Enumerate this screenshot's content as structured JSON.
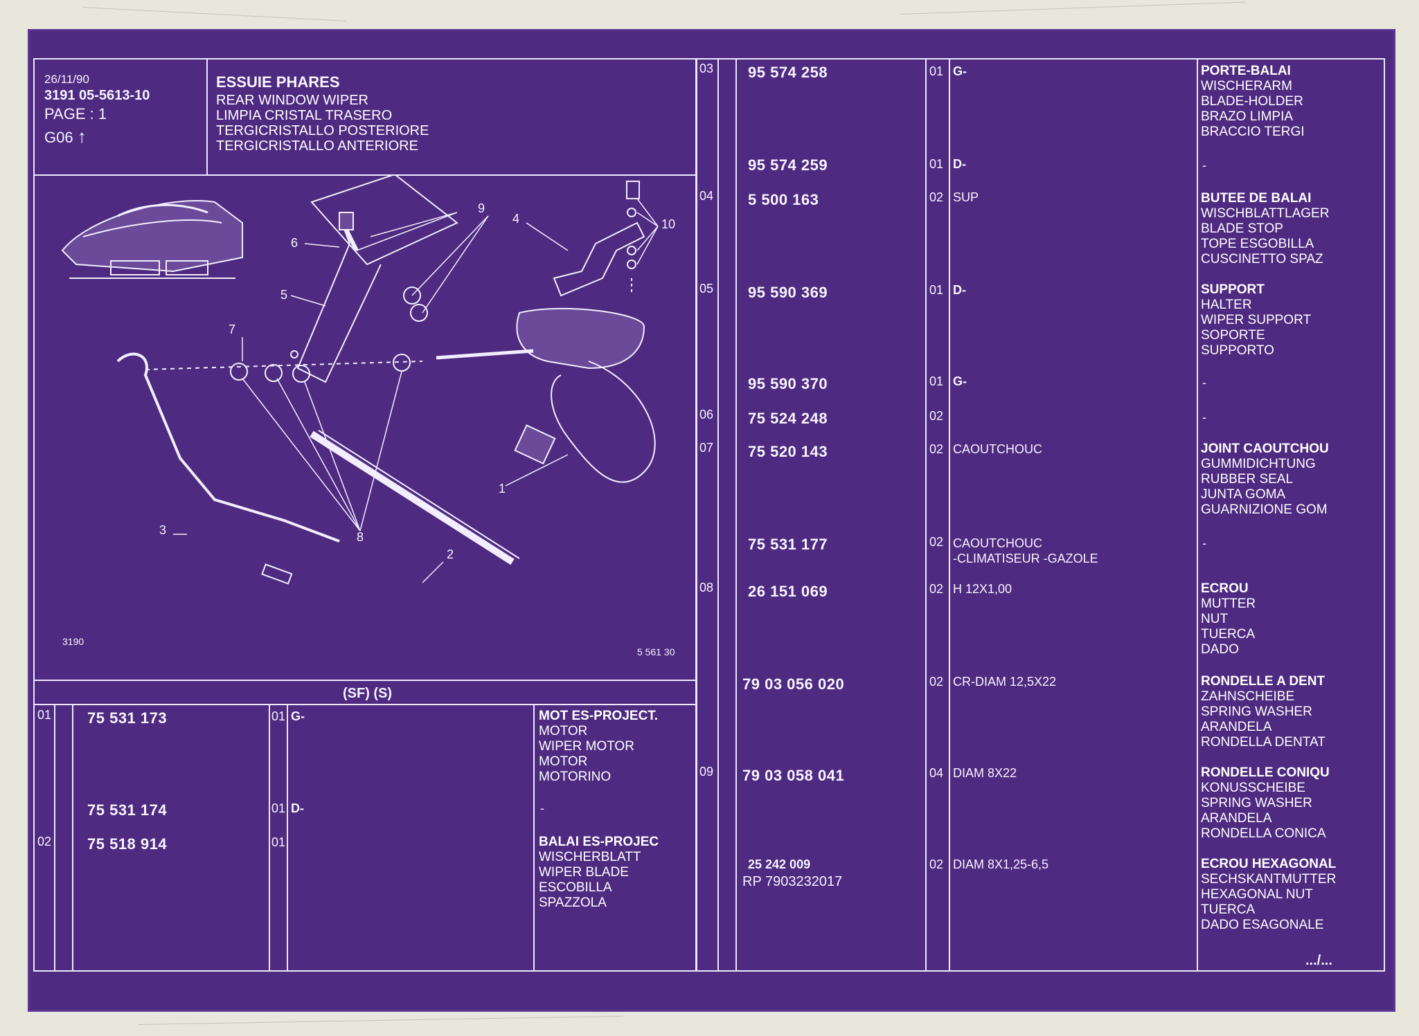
{
  "header": {
    "date": "26/11/90",
    "ref": "3191  05-5613-10",
    "page": "PAGE : 1",
    "group": "G06",
    "group_arrow": "↑",
    "title": "ESSUIE PHARES",
    "subtitles": [
      "REAR WINDOW WIPER",
      "LIMPIA CRISTAL TRASERO",
      "TERGICRISTALLO POSTERIORE",
      "TERGICRISTALLO ANTERIORE"
    ]
  },
  "drawing": {
    "callouts": [
      "1",
      "2",
      "3",
      "4",
      "5",
      "6",
      "7",
      "8",
      "9",
      "10"
    ],
    "figure_no": "3190",
    "ref_code": "5 561 30"
  },
  "left_table": {
    "header": "(SF) (S)",
    "rows": [
      {
        "item": "01",
        "part": "75 531 173",
        "qty": "01",
        "code": "G-",
        "desc": [
          "MOT ES-PROJECT.",
          "MOTOR",
          "WIPER MOTOR",
          "MOTOR",
          "MOTORINO"
        ]
      },
      {
        "item": "",
        "part": "75 531 174",
        "qty": "01",
        "code": "D-",
        "desc": [
          "-"
        ]
      },
      {
        "item": "02",
        "part": "75 518 914",
        "qty": "01",
        "code": "",
        "desc": [
          "BALAI ES-PROJEC",
          "WISCHERBLATT",
          "WIPER BLADE",
          "ESCOBILLA",
          "SPAZZOLA"
        ]
      }
    ]
  },
  "right_table": {
    "rows": [
      {
        "item": "03",
        "part": "95 574 258",
        "qty": "01",
        "code": "G-",
        "desc": [
          "PORTE-BALAI",
          "WISCHERARM",
          "BLADE-HOLDER",
          "BRAZO LIMPIA",
          "BRACCIO TERGI"
        ]
      },
      {
        "item": "",
        "part": "95 574 259",
        "qty": "01",
        "code": "D-",
        "desc": [
          "-"
        ]
      },
      {
        "item": "04",
        "part": "5 500 163",
        "qty": "02",
        "code": "SUP",
        "desc": [
          "BUTEE DE BALAI",
          "WISCHBLATTLAGER",
          "BLADE STOP",
          "TOPE ESGOBILLA",
          "CUSCINETTO SPAZ"
        ]
      },
      {
        "item": "05",
        "part": "95 590 369",
        "qty": "01",
        "code": "D-",
        "desc": [
          "SUPPORT",
          "HALTER",
          "WIPER SUPPORT",
          "SOPORTE",
          "SUPPORTO"
        ]
      },
      {
        "item": "",
        "part": "95 590 370",
        "qty": "01",
        "code": "G-",
        "desc": [
          "-"
        ]
      },
      {
        "item": "06",
        "part": "75 524 248",
        "qty": "02",
        "code": "",
        "desc": [
          "-"
        ]
      },
      {
        "item": "07",
        "part": "75 520 143",
        "qty": "02",
        "code": "CAOUTCHOUC",
        "desc": [
          "JOINT CAOUTCHOU",
          "GUMMIDICHTUNG",
          "RUBBER SEAL",
          "JUNTA GOMA",
          "GUARNIZIONE GOM"
        ]
      },
      {
        "item": "",
        "part": "75 531 177",
        "qty": "02",
        "code": "CAOUTCHOUC\n-CLIMATISEUR -GAZOLE",
        "desc": [
          "-"
        ]
      },
      {
        "item": "08",
        "part": "26 151 069",
        "qty": "02",
        "code": "H 12X1,00",
        "desc": [
          "ECROU",
          "MUTTER",
          "NUT",
          "TUERCA",
          "DADO"
        ]
      },
      {
        "item": "",
        "part": "79 03 056 020",
        "qty": "02",
        "code": "CR-DIAM 12,5X22",
        "desc": [
          "RONDELLE A DENT",
          "ZAHNSCHEIBE",
          "SPRING WASHER",
          "ARANDELA",
          "RONDELLA DENTAT"
        ]
      },
      {
        "item": "09",
        "part": "79 03 058 041",
        "qty": "04",
        "code": "DIAM 8X22",
        "desc": [
          "RONDELLE CONIQU",
          "KONUSSCHEIBE",
          "SPRING WASHER",
          "ARANDELA",
          "RONDELLA CONICA"
        ]
      },
      {
        "item": "",
        "part": "25 242 009",
        "part2": "RP  7903232017",
        "qty": "02",
        "code": "DIAM 8X1,25-6,5",
        "desc": [
          "ECROU HEXAGONAL",
          "SECHSKANTMUTTER",
          "HEXAGONAL NUT",
          "TUERCA",
          "DADO ESAGONALE"
        ]
      }
    ],
    "continuation": ".../..."
  },
  "colors": {
    "card": "#4e2a80",
    "ink": "#f8f4ff",
    "paper": "#e9e6dc"
  }
}
